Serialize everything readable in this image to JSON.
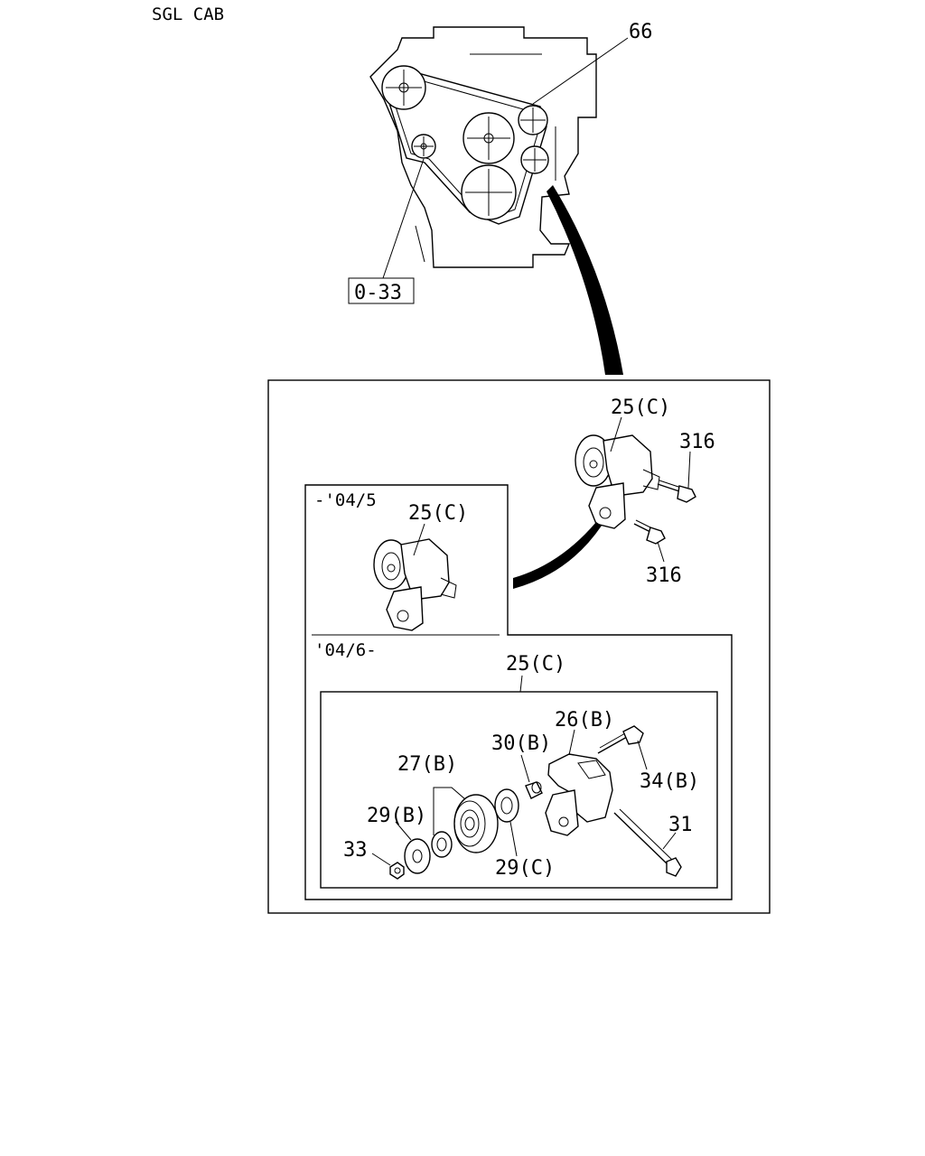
{
  "header": {
    "title": "SGL CAB"
  },
  "callouts": {
    "belt": "66",
    "reference": "0-33"
  },
  "detail": {
    "tensioner_assembly": "25(C)",
    "bolt_upper": "316",
    "bolt_lower": "316"
  },
  "variant_early": {
    "period": "-'04/5",
    "assembly": "25(C)"
  },
  "variant_late": {
    "period": "'04/6-",
    "assembly": "25(C)",
    "parts": {
      "bracket": "26(B)",
      "pulley": "27(B)",
      "spacer_inner": "29(B)",
      "spacer_outer": "29(C)",
      "collar": "30(B)",
      "bolt_long": "31",
      "nut": "33",
      "bolt_pivot": "34(B)"
    }
  },
  "colors": {
    "ink": "#000000",
    "paper": "#ffffff"
  }
}
